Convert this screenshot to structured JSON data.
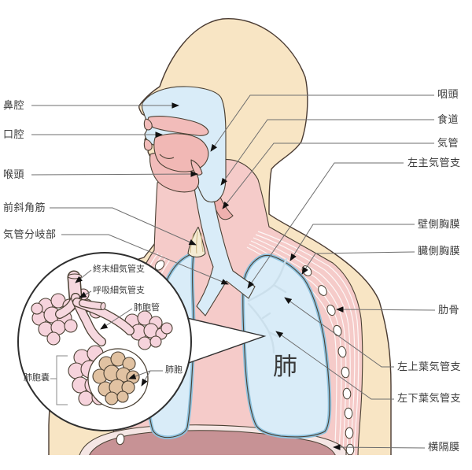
{
  "figure": {
    "type": "respiratory-system-anatomy-diagram",
    "organ_label": "肺"
  },
  "labels": {
    "left": [
      {
        "id": "nasal-cavity",
        "text": "鼻腔"
      },
      {
        "id": "oral-cavity",
        "text": "口腔"
      },
      {
        "id": "larynx",
        "text": "喉頭"
      },
      {
        "id": "anterior-scalene-muscle",
        "text": "前斜角筋"
      },
      {
        "id": "tracheal-bifurcation",
        "text": "気管分岐部"
      }
    ],
    "right": [
      {
        "id": "pharynx",
        "text": "咽頭"
      },
      {
        "id": "esophagus",
        "text": "食道"
      },
      {
        "id": "trachea",
        "text": "気管"
      },
      {
        "id": "left-main-bronchus",
        "text": "左主気管支"
      },
      {
        "id": "parietal-pleura",
        "text": "壁側胸膜"
      },
      {
        "id": "visceral-pleura",
        "text": "臓側胸膜"
      },
      {
        "id": "rib",
        "text": "肋骨"
      },
      {
        "id": "left-upper-lobe-bronchus",
        "text": "左上葉気管支"
      },
      {
        "id": "left-lower-lobe-bronchus",
        "text": "左下葉気管支"
      },
      {
        "id": "diaphragm",
        "text": "横隔膜"
      }
    ],
    "inset": [
      {
        "id": "terminal-bronchiole",
        "text": "終末細気管支"
      },
      {
        "id": "respiratory-bronchiole",
        "text": "呼吸細気管支"
      },
      {
        "id": "alveolar-duct",
        "text": "肺胞管"
      },
      {
        "id": "alveolus",
        "text": "肺胞"
      },
      {
        "id": "alveolar-sac",
        "text": "肺胞嚢"
      }
    ]
  },
  "colors": {
    "skin": "#F8E5C4",
    "tissue_pink": "#F5CBC9",
    "mouth_pink": "#F2BCBA",
    "airway_blue": "#D9ECF8",
    "pleura_blue_border": "#8FC3DF",
    "diaphragm_mauve": "#C79295",
    "alveoli_pink": "#F6D3DC",
    "alveoli_tan": "#E1C2A2",
    "outline": "#4A4033",
    "leader_line": "#6E6E6E",
    "text": "#3C3C3C"
  }
}
